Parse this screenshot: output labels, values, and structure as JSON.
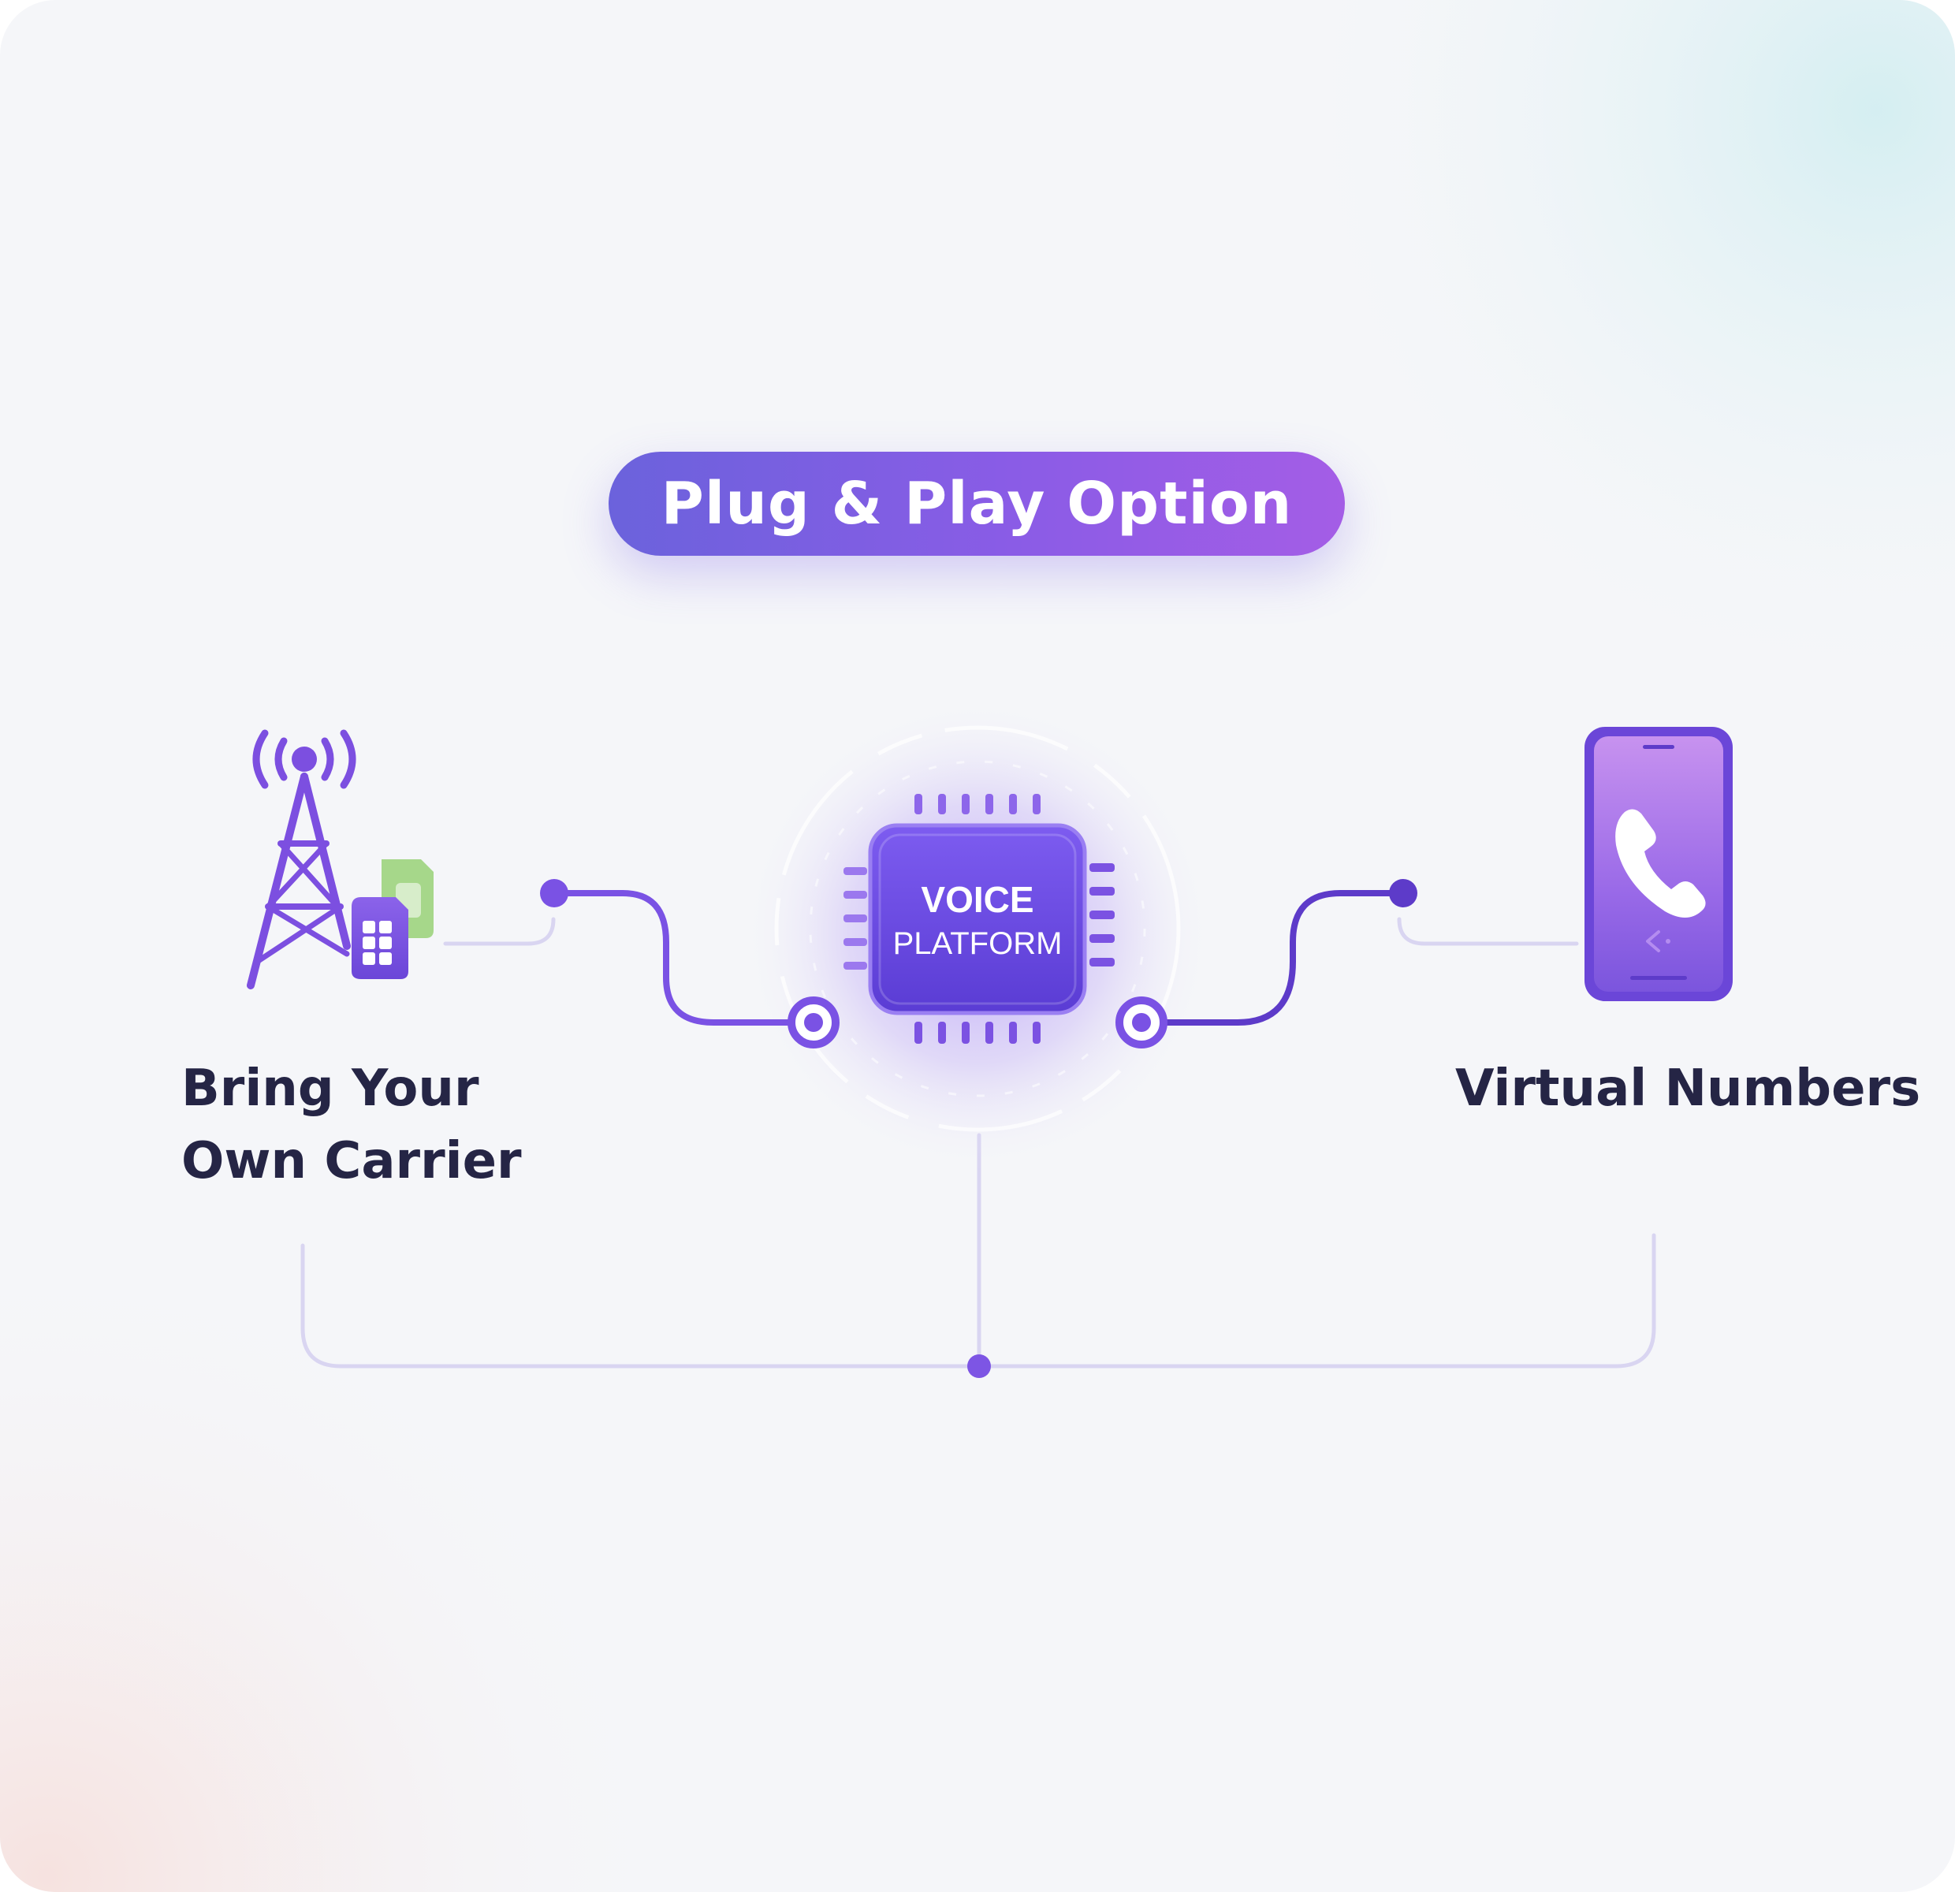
{
  "header": {
    "title": "Plug & Play Option"
  },
  "hub": {
    "title_line1": "VOICE",
    "title_line2": "PLATFORM",
    "icon": "chip-icon"
  },
  "left_node": {
    "label_line1": "Bring Your",
    "label_line2": "Own Carrier",
    "icons": [
      "cell-tower-icon",
      "sim-card-icon"
    ]
  },
  "right_node": {
    "label": "Virtual Numbers",
    "icon": "smartphone-call-icon"
  },
  "colors": {
    "primary": "#7c4fe0",
    "primary_dark": "#5d3bc9",
    "accent_green": "#a6d78a",
    "text": "#252545",
    "line_light": "#d7d3f0"
  }
}
